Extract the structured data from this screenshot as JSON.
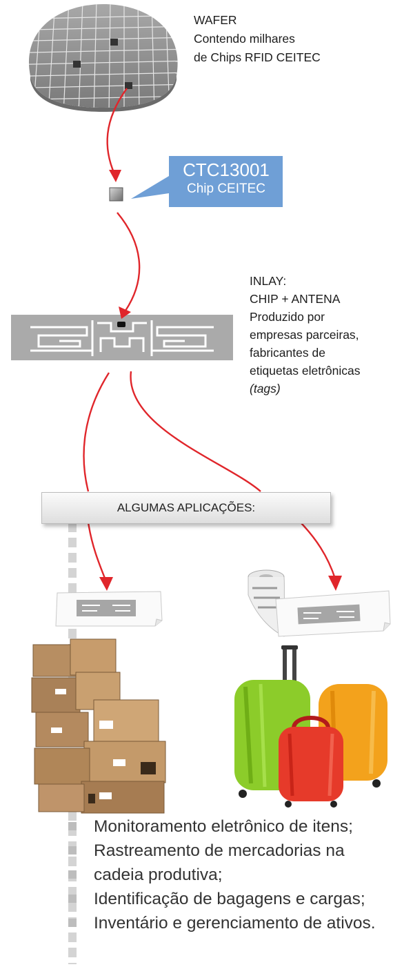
{
  "wafer": {
    "title": "WAFER",
    "line2": "Contendo milhares",
    "line3": "de Chips RFID CEITEC"
  },
  "chip_callout": {
    "name": "CTC13001",
    "subtitle": "Chip CEITEC"
  },
  "inlay": {
    "line1": "INLAY:",
    "line2": "CHIP + ANTENA",
    "line3": "Produzido por",
    "line4": "empresas parceiras,",
    "line5": "fabricantes de",
    "line6": "etiquetas eletrônicas",
    "line7": "(tags)"
  },
  "applications_banner": "ALGUMAS APLICAÇÕES:",
  "applications": [
    "Monitoramento eletrônico de itens;",
    "Rastreamento de mercadorias na",
    "cadeia produtiva;",
    "Identificação de bagagens e cargas;",
    "Inventário e gerenciamento de ativos."
  ],
  "colors": {
    "arrow": "#e0262b",
    "callout": "#6f9fd6",
    "wafer": "#8f8f8f",
    "antenna": "#a9a9a9"
  }
}
